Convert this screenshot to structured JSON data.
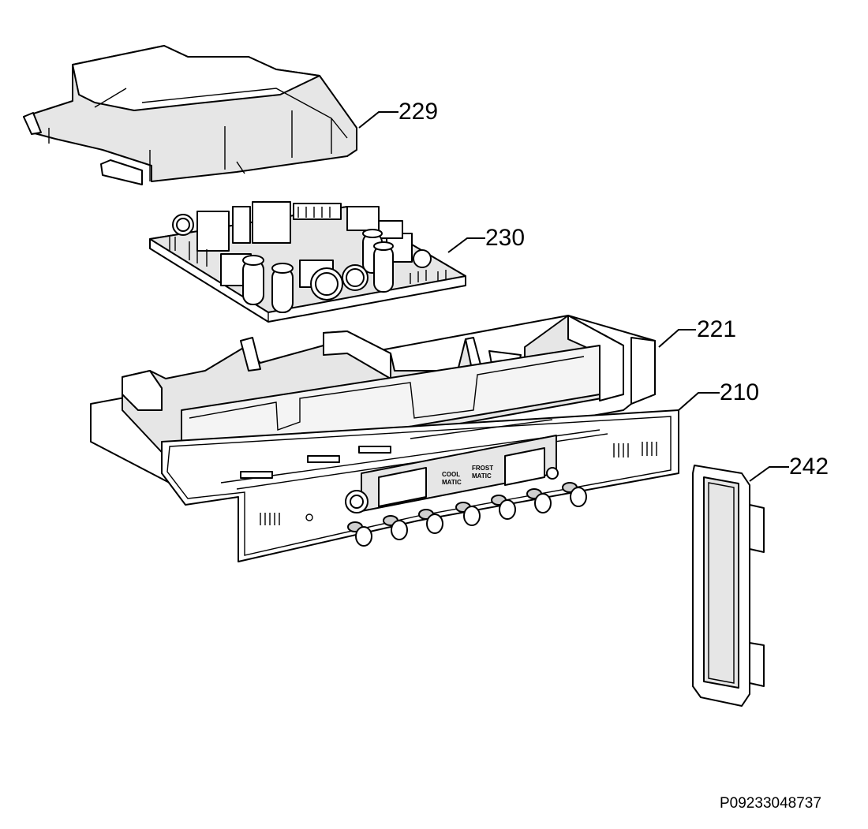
{
  "callouts": [
    {
      "id": "229",
      "label": "229",
      "part": "top-cover"
    },
    {
      "id": "230",
      "label": "230",
      "part": "circuit-board"
    },
    {
      "id": "221",
      "label": "221",
      "part": "board-housing"
    },
    {
      "id": "210",
      "label": "210",
      "part": "control-panel"
    },
    {
      "id": "242",
      "label": "242",
      "part": "side-end-cap"
    }
  ],
  "panel_text": {
    "cool": "COOL",
    "matic1": "MATIC",
    "frost": "FROST",
    "matic2": "MATIC"
  },
  "reference_code": "P09233048737"
}
